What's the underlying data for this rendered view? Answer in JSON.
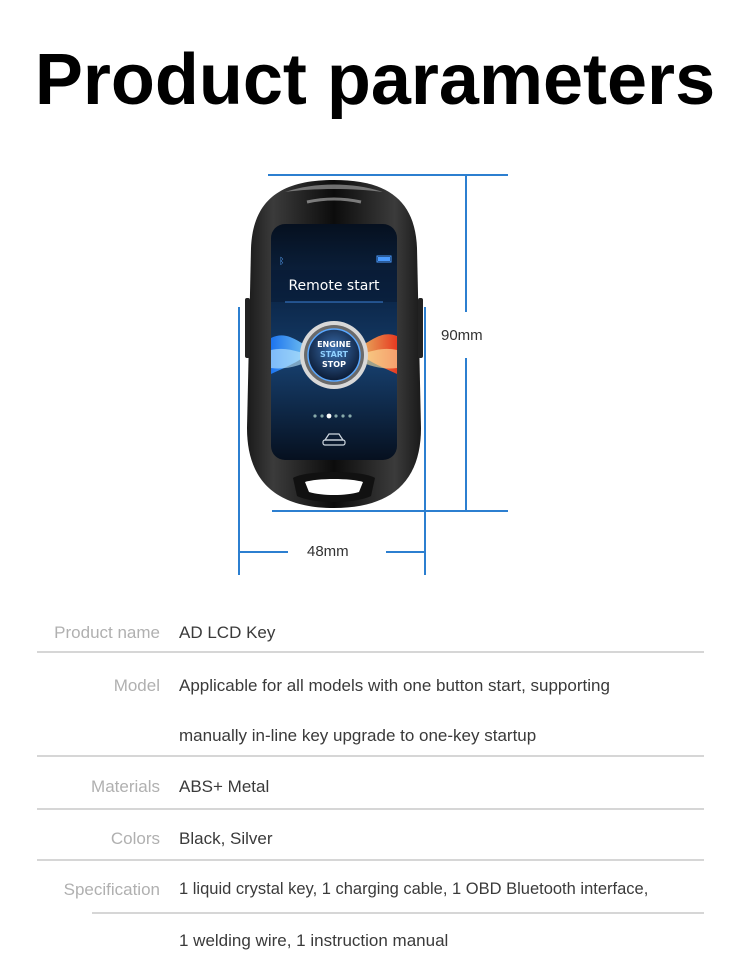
{
  "header": {
    "title": "Product parameters"
  },
  "product_image": {
    "screen_title": "Remote start",
    "button_lines": [
      "ENGINE",
      "START",
      "STOP"
    ],
    "height_label": "90mm",
    "width_label": "48mm",
    "accent_color": "#2c7fd0"
  },
  "specs": {
    "rows": [
      {
        "label": "Product name",
        "lines": [
          "AD LCD Key"
        ]
      },
      {
        "label": "Model",
        "lines": [
          "Applicable for all models with one button start, supporting",
          "manually in-line key upgrade to one-key startup"
        ]
      },
      {
        "label": "Materials",
        "lines": [
          "ABS+ Metal"
        ]
      },
      {
        "label": "Colors",
        "lines": [
          "Black, Silver"
        ]
      },
      {
        "label": "Specification",
        "lines": [
          "1 liquid crystal key, 1 charging cable, 1 OBD Bluetooth interface,",
          "1 welding wire, 1 instruction manual"
        ]
      }
    ]
  }
}
